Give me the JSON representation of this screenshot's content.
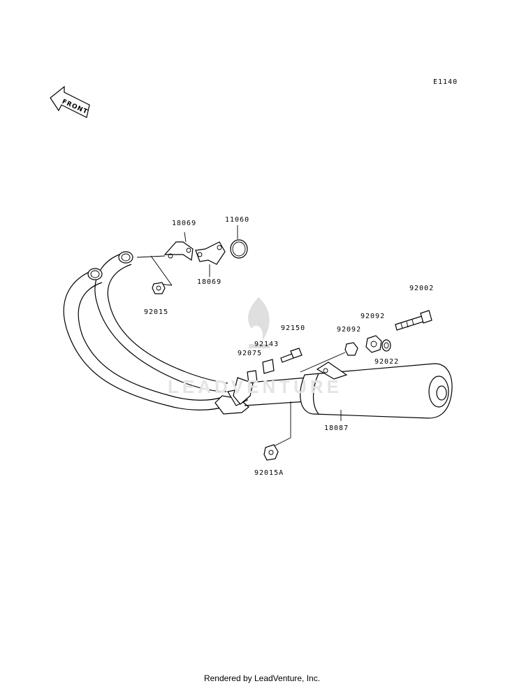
{
  "diagram_code": "E1140",
  "front_arrow_label": "FRONT",
  "watermark_text": "LEADVENTURE",
  "footer_text": "Rendered by LeadVenture, Inc.",
  "part_labels": {
    "p18069_top": "18069",
    "p11060": "11060",
    "p18069_bottom": "18069",
    "p92015": "92015",
    "p92002": "92002",
    "p92092_right": "92092",
    "p92150": "92150",
    "p92092_left": "92092",
    "p92143": "92143",
    "p92075": "92075",
    "p92022": "92022",
    "p18087": "18087",
    "p92015A": "92015A"
  }
}
